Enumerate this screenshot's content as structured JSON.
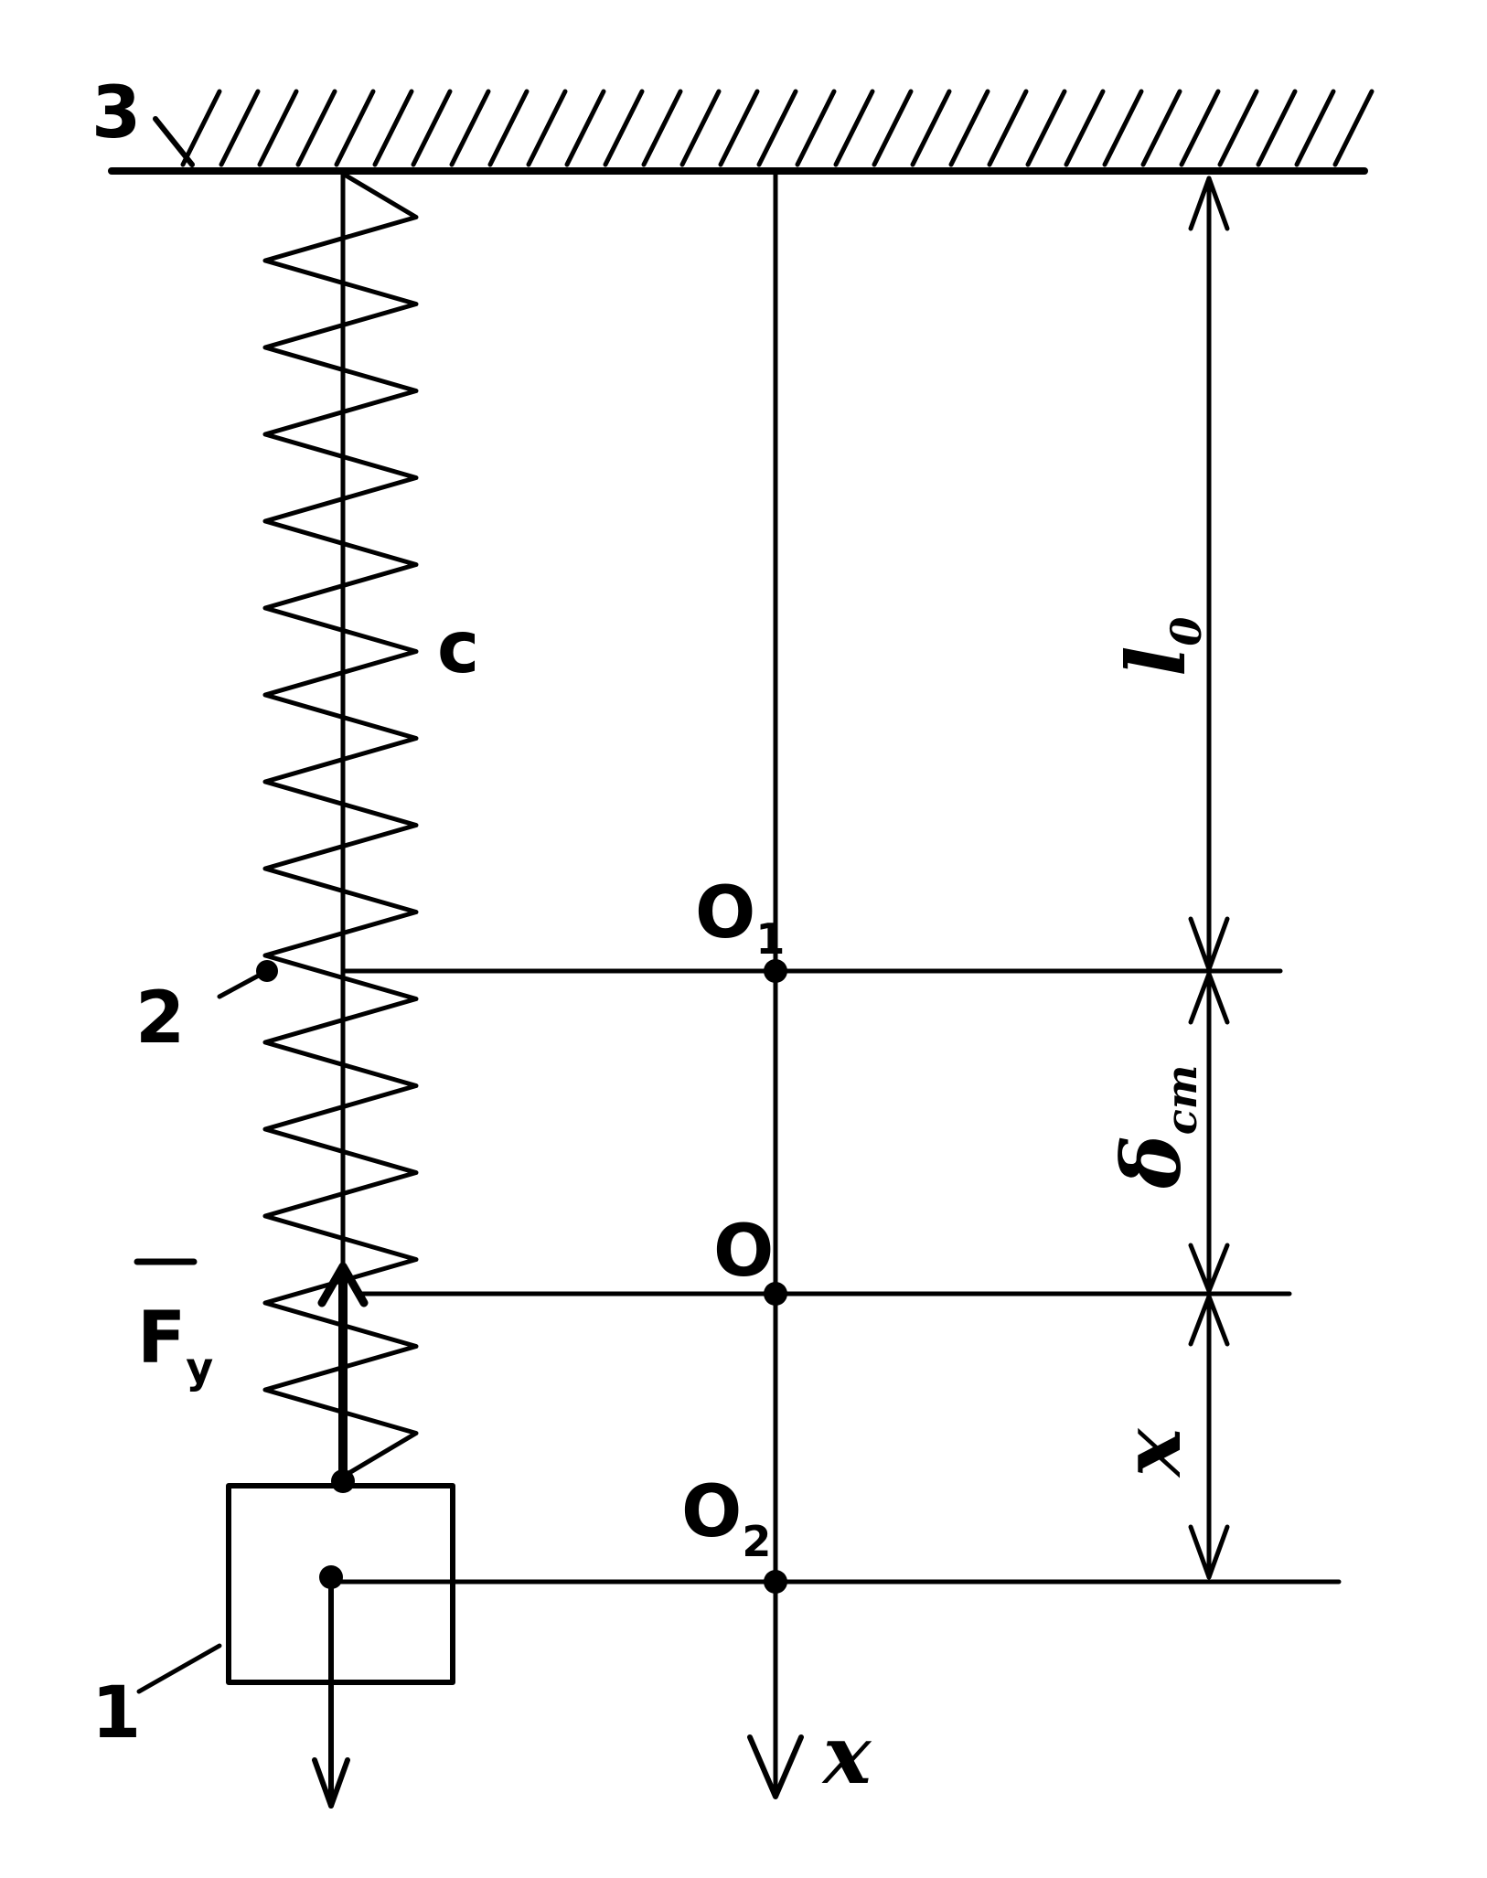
{
  "labels": {
    "ceiling": "3",
    "spring_point": "2",
    "body": "1",
    "stiffness": "c",
    "force_main": "F",
    "force_sub": "y",
    "point_o1_main": "O",
    "point_o1_sub": "1",
    "point_o": "O",
    "point_o2_main": "O",
    "point_o2_sub": "2",
    "axis": "x",
    "length_main": "l",
    "length_sub": "0",
    "deflection_main": "δ",
    "deflection_sub": "ст",
    "displacement": "x"
  }
}
